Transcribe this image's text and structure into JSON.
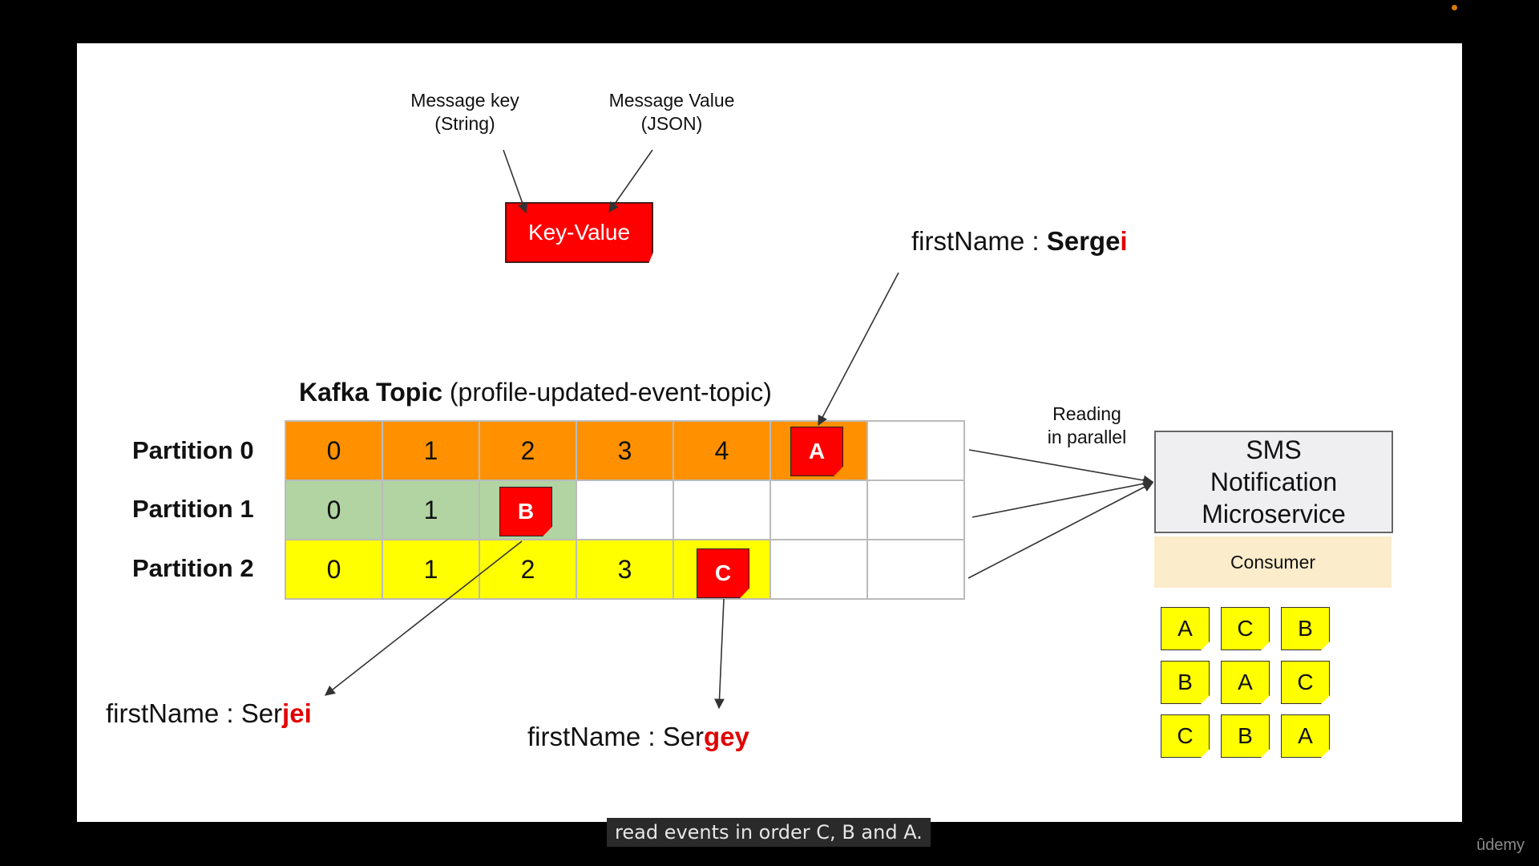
{
  "slide": {
    "message_key": {
      "line1": "Message key",
      "line2": "(String)"
    },
    "message_value": {
      "line1": "Message Value",
      "line2": "(JSON)"
    },
    "key_value_label": "Key-Value",
    "topic": {
      "title_bold": "Kafka Topic",
      "title_name": "(profile-updated-event-topic)"
    },
    "partitions": [
      {
        "label": "Partition 0",
        "offsets": [
          "0",
          "1",
          "2",
          "3",
          "4"
        ],
        "event": "A"
      },
      {
        "label": "Partition 1",
        "offsets": [
          "0",
          "1"
        ],
        "event": "B"
      },
      {
        "label": "Partition 2",
        "offsets": [
          "0",
          "1",
          "2",
          "3"
        ],
        "event": "C"
      }
    ],
    "names": {
      "a": {
        "prefix": "firstName : ",
        "bold": "Serge",
        "red": "i"
      },
      "b": {
        "prefix": "firstName : Ser",
        "red": "jei"
      },
      "c": {
        "prefix": "firstName : Ser",
        "red": "gey"
      }
    },
    "reading": {
      "line1": "Reading",
      "line2": "in parallel"
    },
    "service": {
      "line1": "SMS",
      "line2": "Notification",
      "line3": "Microservice"
    },
    "consumer_label": "Consumer",
    "received_orders": [
      [
        "A",
        "C",
        "B"
      ],
      [
        "B",
        "A",
        "C"
      ],
      [
        "C",
        "B",
        "A"
      ]
    ]
  },
  "caption": "read events in order C, B and A.",
  "brand": "ûdemy",
  "colors": {
    "partition0": "#ff9100",
    "partition1": "#b1d4a2",
    "partition2": "#ffff00",
    "event": "#ff0000",
    "name_highlight": "#e10000",
    "consumer": "#fbeccb"
  }
}
